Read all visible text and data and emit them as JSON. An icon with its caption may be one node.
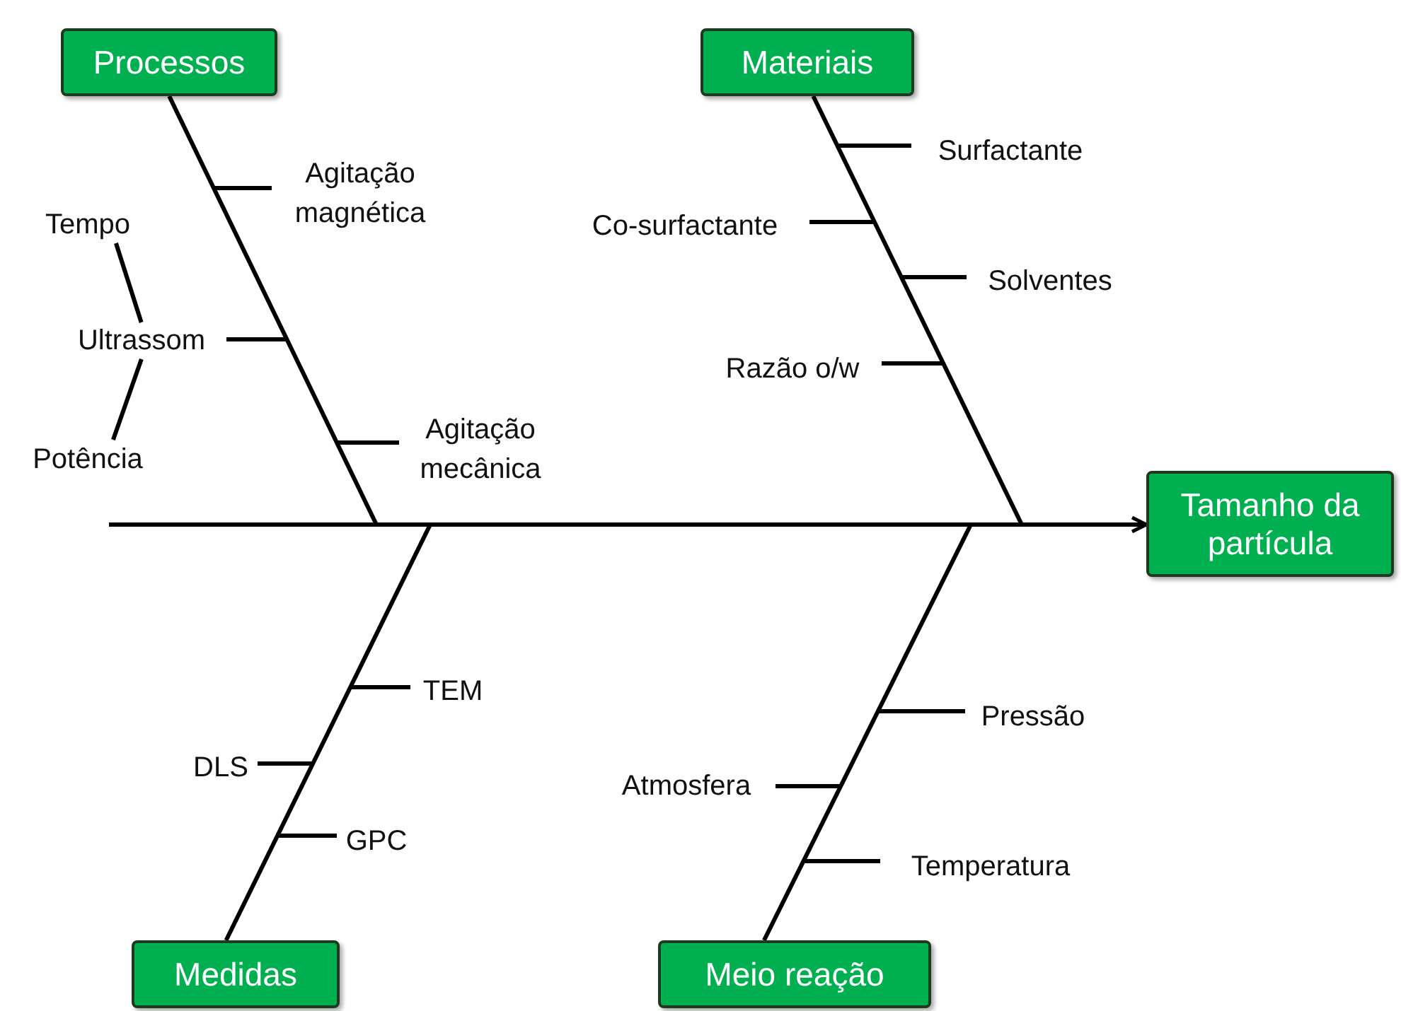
{
  "diagram": {
    "nodes": [
      {
        "text": [
          "Processos"
        ]
      },
      {
        "text": [
          "Materiais"
        ]
      },
      {
        "text": [
          "Tamanho da partícula"
        ]
      },
      {
        "text": [
          "Medidas"
        ]
      },
      {
        "text": [
          "Meio reação"
        ]
      },
      {
        "text": [
          "Agitação magnética"
        ]
      },
      {
        "text": [
          "Tempo"
        ]
      },
      {
        "text": [
          "Ultrassom"
        ]
      },
      {
        "text": [
          "Potência"
        ]
      },
      {
        "text": [
          "Agitação mecânica"
        ]
      },
      {
        "text": [
          "Surfactante"
        ]
      },
      {
        "text": [
          "Co-surfactante"
        ]
      },
      {
        "text": [
          "Solventes"
        ]
      },
      {
        "text": [
          "Razão o/w"
        ]
      },
      {
        "text": [
          "TEM"
        ]
      },
      {
        "text": [
          "DLS"
        ]
      },
      {
        "text": [
          "GPC"
        ]
      },
      {
        "text": [
          "Pressão"
        ]
      },
      {
        "text": [
          "Atmosfera"
        ]
      },
      {
        "text": [
          "Temperatura"
        ]
      }
    ],
    "edges": [
      {
        "from": null,
        "to": 2,
        "arrow": "to"
      },
      {
        "from": 0,
        "to": null,
        "arrow": "none"
      },
      {
        "from": 1,
        "to": null,
        "arrow": "none"
      },
      {
        "from": 3,
        "to": null,
        "arrow": "none"
      },
      {
        "from": 4,
        "to": null,
        "arrow": "none"
      },
      {
        "from": 5,
        "to": null,
        "arrow": "none"
      },
      {
        "from": 7,
        "to": null,
        "arrow": "none"
      },
      {
        "from": 9,
        "to": null,
        "arrow": "none"
      },
      {
        "from": 10,
        "to": null,
        "arrow": "none"
      },
      {
        "from": 11,
        "to": null,
        "arrow": "none"
      },
      {
        "from": 12,
        "to": null,
        "arrow": "none"
      },
      {
        "from": 13,
        "to": null,
        "arrow": "none"
      },
      {
        "from": 14,
        "to": null,
        "arrow": "none"
      },
      {
        "from": 15,
        "to": null,
        "arrow": "none"
      },
      {
        "from": 16,
        "to": null,
        "arrow": "none"
      },
      {
        "from": 17,
        "to": null,
        "arrow": "none"
      },
      {
        "from": 18,
        "to": null,
        "arrow": "none"
      },
      {
        "from": 19,
        "to": null,
        "arrow": "none"
      },
      {
        "from": 6,
        "to": 7,
        "arrow": "none"
      },
      {
        "from": 8,
        "to": 7,
        "arrow": "none"
      }
    ]
  }
}
